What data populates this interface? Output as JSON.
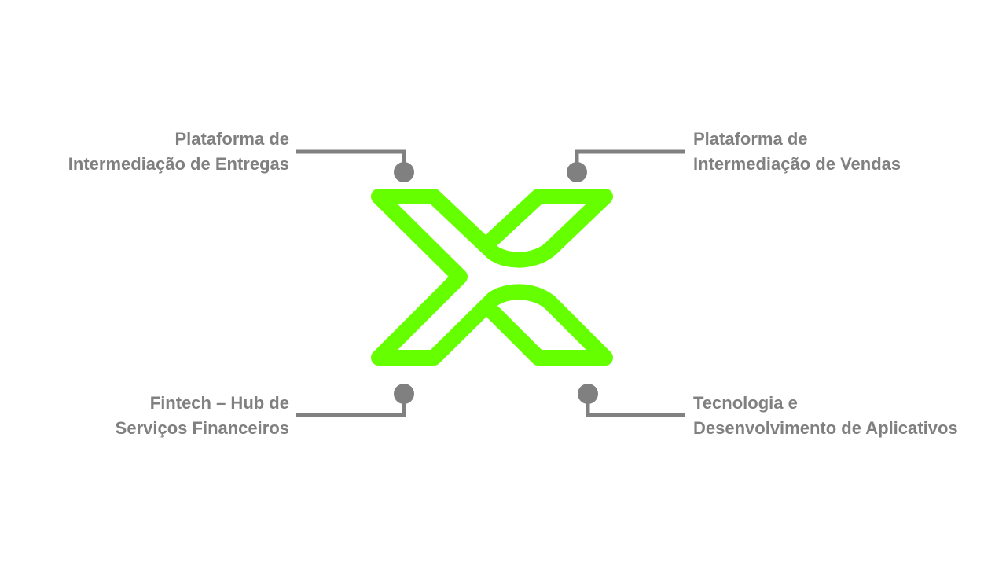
{
  "colors": {
    "logo": "#66FF00",
    "connector": "#808080",
    "text": "#808080",
    "background": "#FFFFFF"
  },
  "logo": {
    "icon": "x-logo-icon"
  },
  "items": {
    "top_left": {
      "line1": "Plataforma de",
      "line2": "Intermediação de Entregas"
    },
    "top_right": {
      "line1": "Plataforma de",
      "line2": "Intermediação de Vendas"
    },
    "bottom_left": {
      "line1": "Fintech – Hub de",
      "line2": "Serviços Financeiros"
    },
    "bottom_right": {
      "line1": "Tecnologia e",
      "line2": "Desenvolvimento de Aplicativos"
    }
  }
}
